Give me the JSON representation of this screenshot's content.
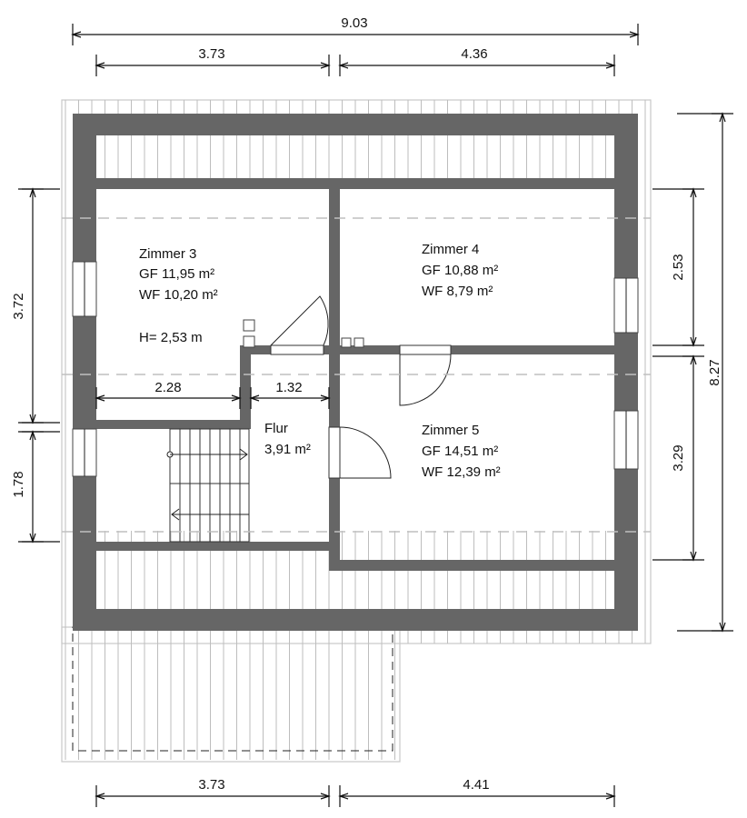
{
  "rooms": {
    "zimmer3": {
      "name": "Zimmer 3",
      "gf": "GF 11,95 m²",
      "wf": "WF 10,20 m²",
      "height": "H= 2,53 m"
    },
    "zimmer4": {
      "name": "Zimmer 4",
      "gf": "GF 10,88 m²",
      "wf": "WF 8,79 m²"
    },
    "zimmer5": {
      "name": "Zimmer 5",
      "gf": "GF 14,51 m²",
      "wf": "WF 12,39 m²"
    },
    "flur": {
      "name": "Flur",
      "area": "3,91 m²"
    }
  },
  "dimensions": {
    "top_total": "9.03",
    "top_left": "3.73",
    "top_right": "4.36",
    "bottom_left": "3.73",
    "bottom_right": "4.41",
    "left_upper": "3.72",
    "left_lower": "1.78",
    "right_upper": "2.53",
    "right_lower": "3.29",
    "right_total": "8.27",
    "inner_zimmer3": "2.28",
    "inner_flur": "1.32"
  },
  "colors": {
    "wall": "#666666",
    "roof_lines": "#bdbdbd",
    "background": "#ffffff"
  }
}
